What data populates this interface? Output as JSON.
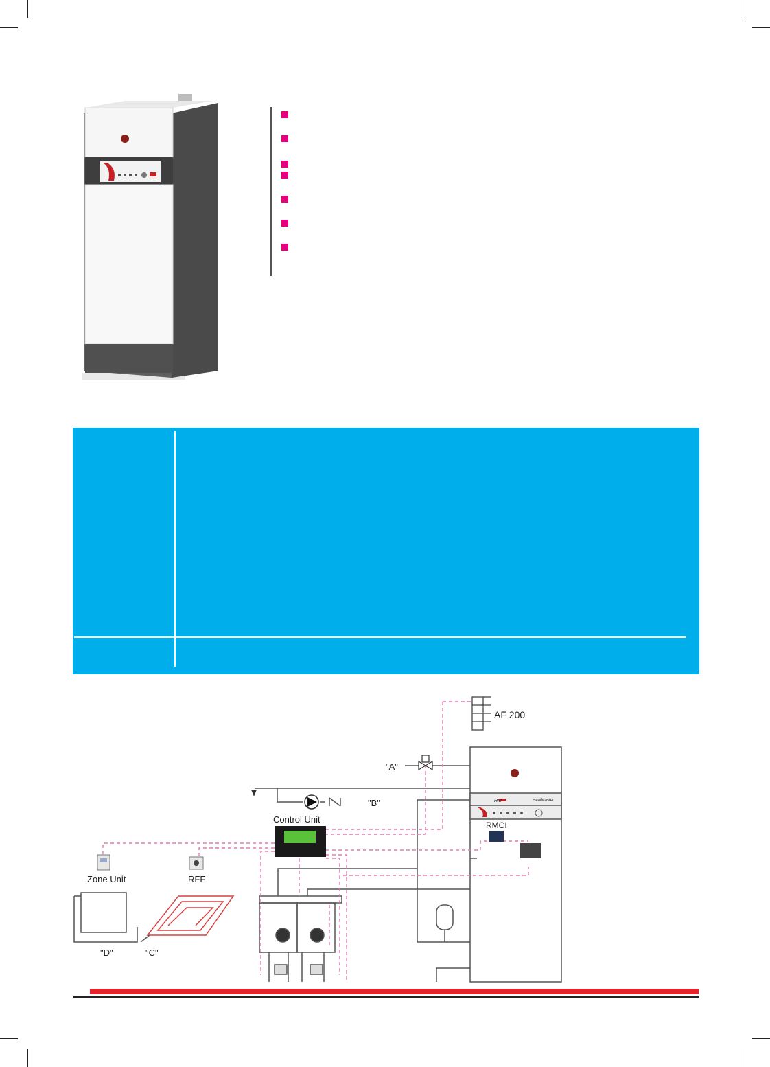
{
  "diagram": {
    "labels": {
      "af200": "AF 200",
      "a": "\"A\"",
      "b": "\"B\"",
      "control_unit": "Control Unit",
      "rmci": "RMCI",
      "zone_unit": "Zone Unit",
      "rff": "RFF",
      "d": "\"D\"",
      "c": "\"C\""
    },
    "boiler_brand": "HeatMaster",
    "boiler_logo": "HM"
  },
  "colors": {
    "accent_magenta": "#e6007e",
    "panel_blue": "#00aeeb",
    "bar_red": "#e3242b",
    "signal_dashed": "#e07bb0"
  }
}
